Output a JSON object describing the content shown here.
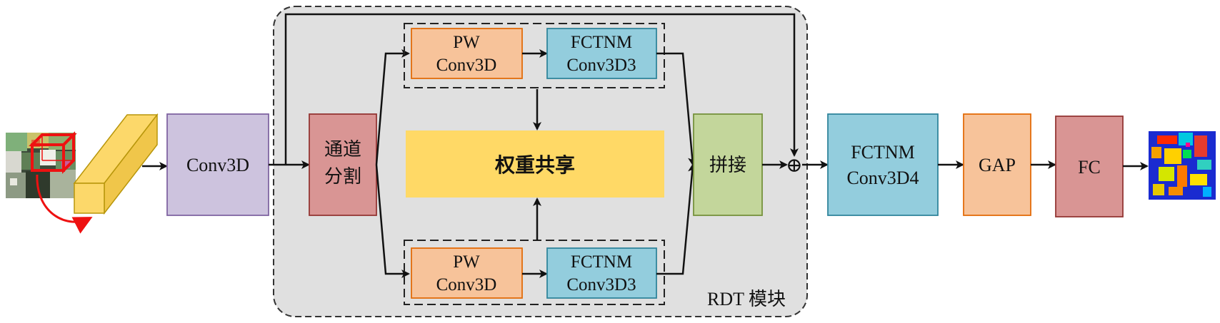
{
  "colors": {
    "conv3d": "#cdc3de",
    "split": "#d99594",
    "pw": "#f7c39a",
    "fctnm": "#93cddd",
    "weight_share": "#ffd966",
    "concat": "#c3d69b",
    "gap": "#f7c39a",
    "fc": "#d99594",
    "rdt_bg": "#e0e0e0",
    "cuboid": "#fcd86a"
  },
  "input_image": {
    "name": "hyperspectral-input-patch"
  },
  "conv3d": {
    "label": "Conv3D"
  },
  "split": {
    "line1": "通道",
    "line2": "分割"
  },
  "top_branch": {
    "pw": {
      "line1": "PW",
      "line2": "Conv3D"
    },
    "fctnm": {
      "line1": "FCTNM",
      "line2": "Conv3D3"
    }
  },
  "bottom_branch": {
    "pw": {
      "line1": "PW",
      "line2": "Conv3D"
    },
    "fctnm": {
      "line1": "FCTNM",
      "line2": "Conv3D3"
    }
  },
  "weight_share": {
    "label": "权重共享"
  },
  "concat": {
    "label": "拼接"
  },
  "add_symbol": "⊕",
  "fctnm4": {
    "line1": "FCTNM",
    "line2": "Conv3D4"
  },
  "gap": {
    "label": "GAP"
  },
  "fc": {
    "label": "FC"
  },
  "rdt_module": {
    "label": "RDT 模块"
  },
  "output_image": {
    "name": "classification-map"
  }
}
